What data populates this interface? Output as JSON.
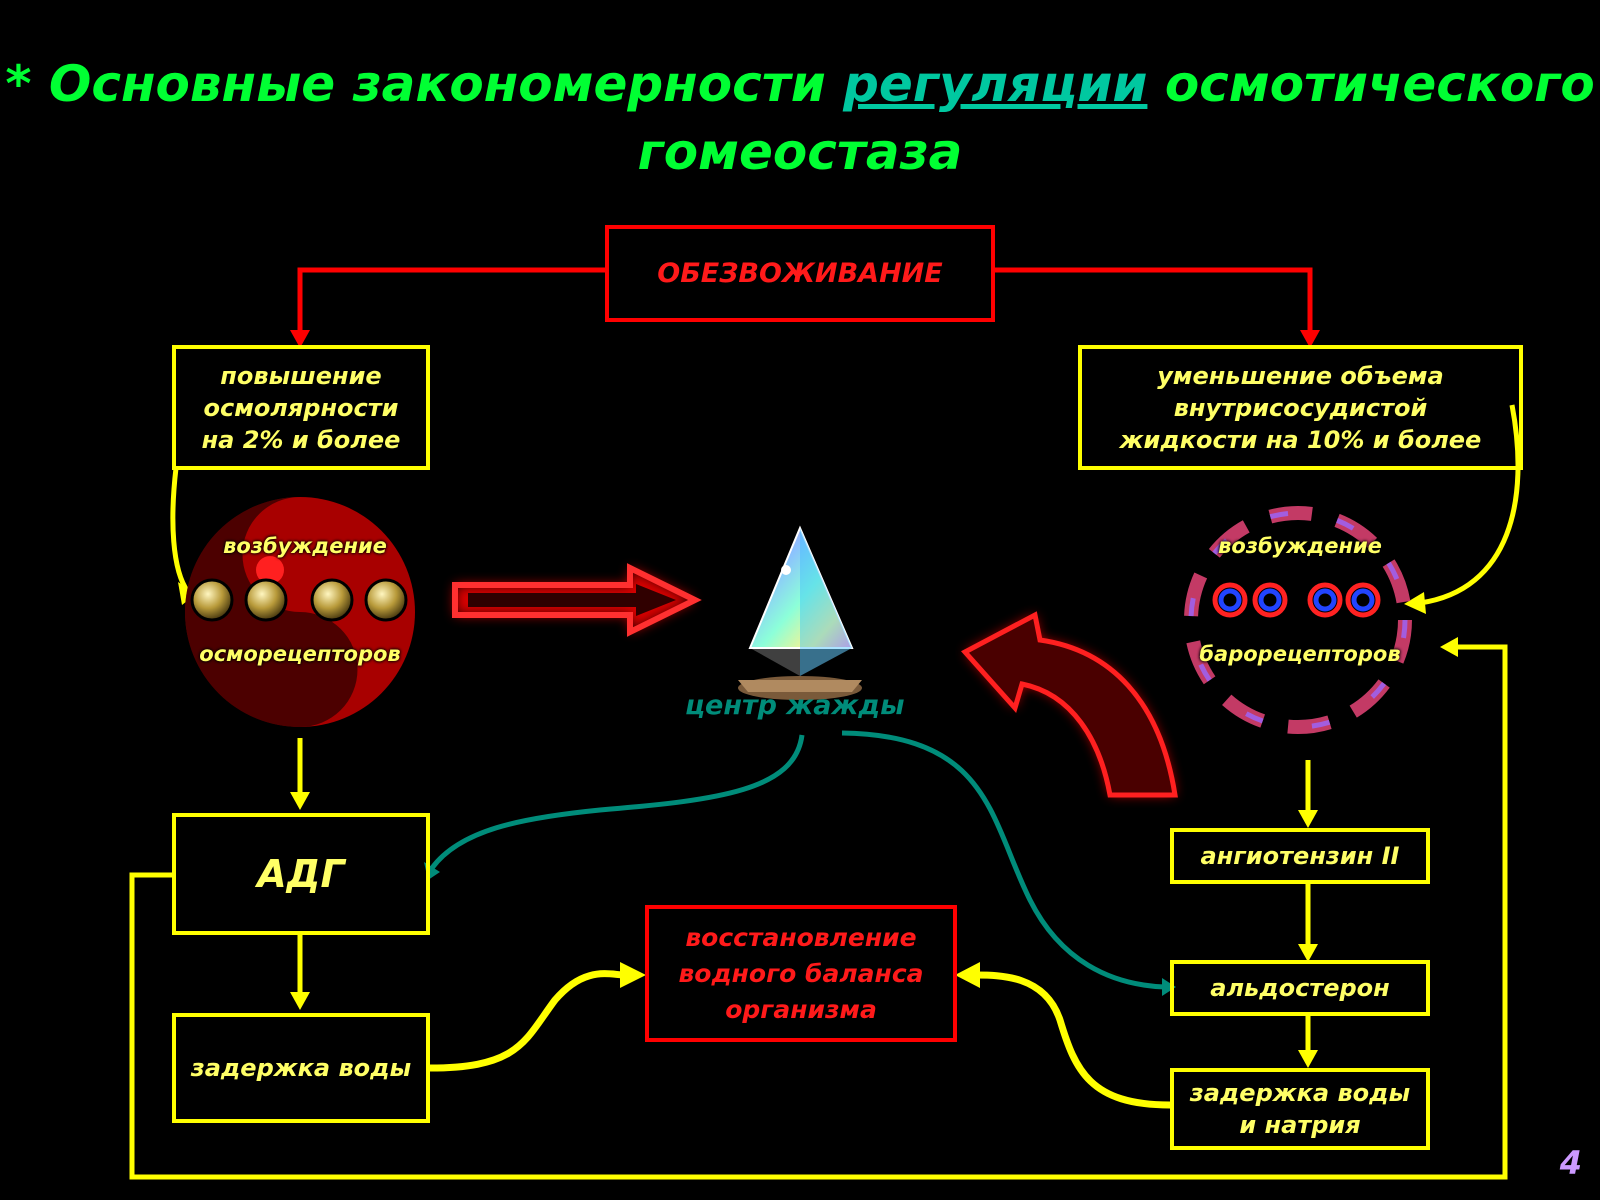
{
  "title": {
    "before": "* Основные закономерности ",
    "link": "регуляции",
    "after": " осмотического гомеостаза"
  },
  "nodes": {
    "dehydration": "ОБЕЗВОЖИВАНИЕ",
    "osmolarity_line1": "повышение",
    "osmolarity_line2": "осмолярности",
    "osmolarity_line3": "на 2% и более",
    "volume_line1": "уменьшение  объема",
    "volume_line2": "внутрисосудистой",
    "volume_line3": "жидкости  на 10%  и  более",
    "osmo_top": "возбуждение",
    "osmo_bottom": "осморецепторов",
    "baro_top": "возбуждение",
    "baro_bottom": "барорецепторов",
    "thirst_center": "центр жажды",
    "adh": "АДГ",
    "water_retention": "задержка воды",
    "restore_line1": "восстановление",
    "restore_line2": "водного баланса",
    "restore_line3": "организма",
    "angiotensin": "ангиотензин  II",
    "aldosterone": "альдостерон",
    "water_sodium_line1": "задержка воды",
    "water_sodium_line2": "и натрия"
  },
  "page_number": "4",
  "colors": {
    "title": "#00ff33",
    "link": "#00c8a0",
    "yellow": "#ffff00",
    "red": "#ff0000",
    "teal": "#008c7a",
    "page_number": "#cc99ff"
  }
}
